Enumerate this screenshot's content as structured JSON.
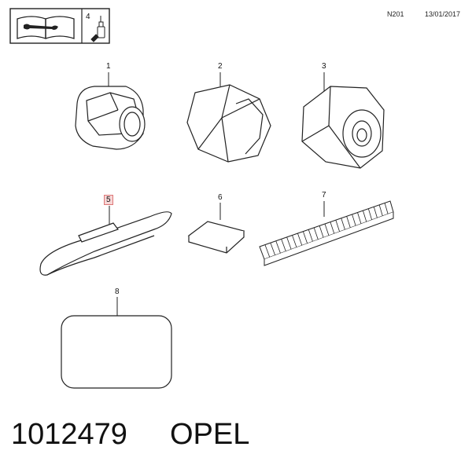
{
  "header": {
    "code": "N201",
    "date": "13/01/2017",
    "box_number": "4"
  },
  "callouts": [
    {
      "id": "1",
      "label": "1"
    },
    {
      "id": "2",
      "label": "2"
    },
    {
      "id": "3",
      "label": "3"
    },
    {
      "id": "5",
      "label": "5",
      "highlighted": true
    },
    {
      "id": "6",
      "label": "6"
    },
    {
      "id": "7",
      "label": "7"
    },
    {
      "id": "8",
      "label": "8"
    }
  ],
  "footer": {
    "part_number": "1012479",
    "brand": "OPEL"
  },
  "colors": {
    "line": "#222222",
    "highlight_fill": "#f7d6d6",
    "highlight_border": "#dd7777"
  },
  "icons": [
    "manual-book-icon",
    "wrench-icon",
    "tool-bottle-icon"
  ]
}
